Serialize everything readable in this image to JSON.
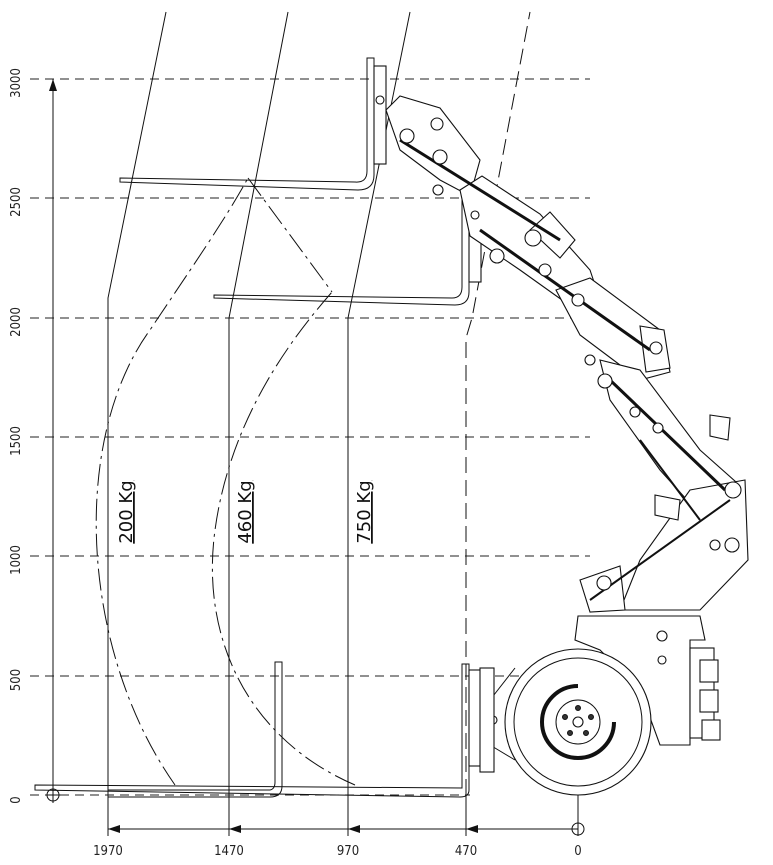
{
  "x_axis": {
    "ticks": [
      "1970",
      "1470",
      "970",
      "470",
      "0"
    ]
  },
  "y_axis": {
    "ticks": [
      "0",
      "500",
      "1000",
      "1500",
      "2000",
      "2500",
      "3000"
    ]
  },
  "load_labels": [
    {
      "text": "200 Kg"
    },
    {
      "text": "460 Kg"
    },
    {
      "text": "750 Kg"
    }
  ],
  "colors": {
    "line": "#111111",
    "background": "#ffffff"
  }
}
